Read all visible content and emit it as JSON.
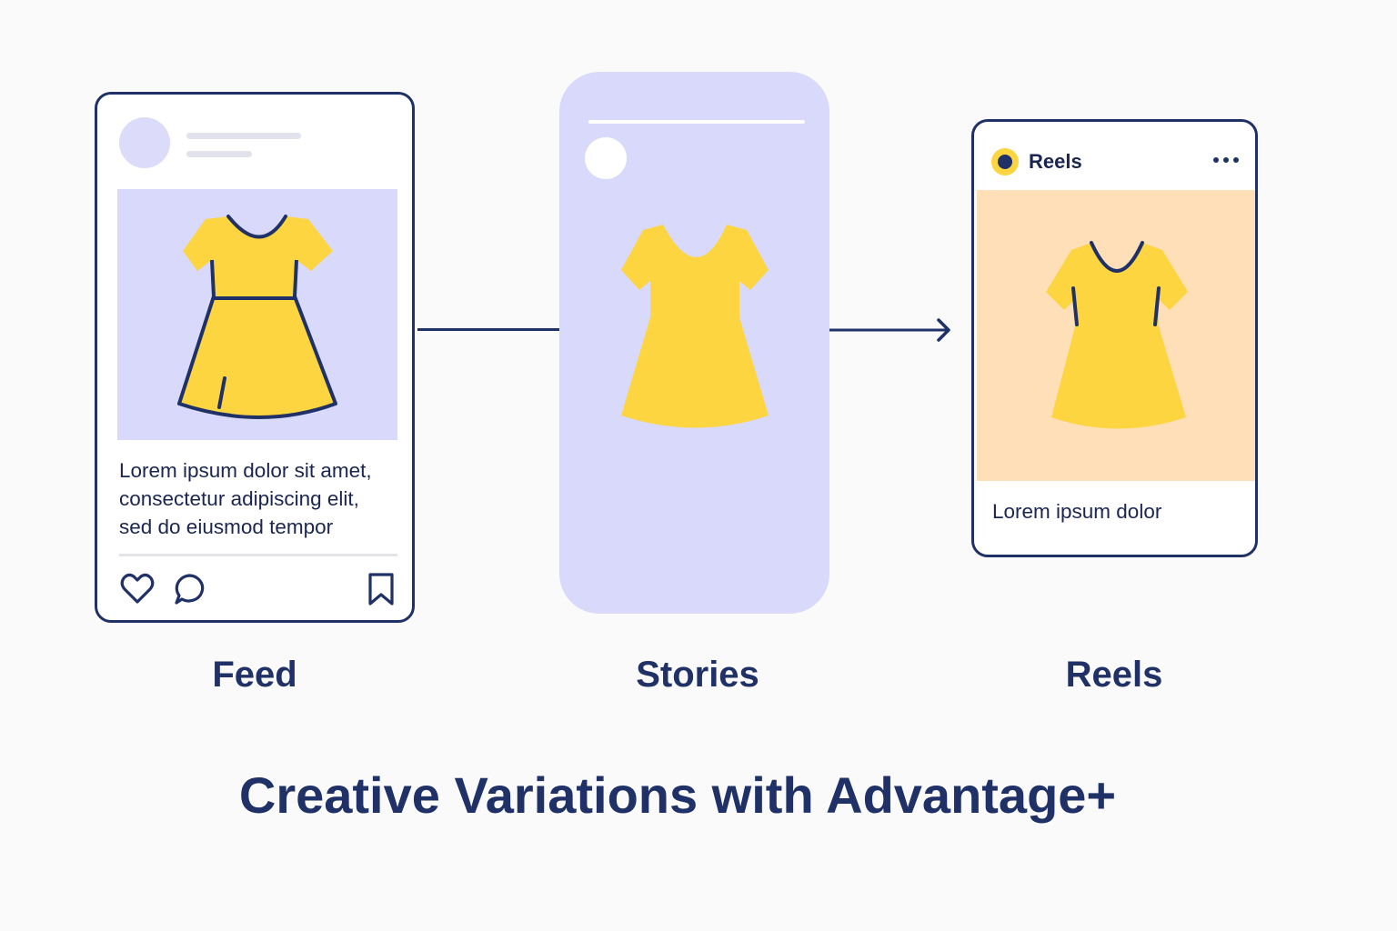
{
  "colors": {
    "navy": "#1f3166",
    "lavender": "#d9d9fb",
    "peach": "#ffdfb8",
    "yellow": "#fdd540",
    "background": "#fafafa"
  },
  "feed": {
    "label": "Feed",
    "caption_lines": [
      "Lorem ipsum dolor sit amet,",
      "consectetur adipiscing elit,",
      "sed do eiusmod tempor"
    ],
    "actions": [
      "heart-icon",
      "comment-icon",
      "bookmark-icon"
    ]
  },
  "stories": {
    "label": "Stories"
  },
  "reels": {
    "label": "Reels",
    "header_title": "Reels",
    "caption": "Lorem ipsum dolor",
    "menu_icon": "more-dots-icon"
  },
  "headline": "Creative Variations with Advantage+"
}
